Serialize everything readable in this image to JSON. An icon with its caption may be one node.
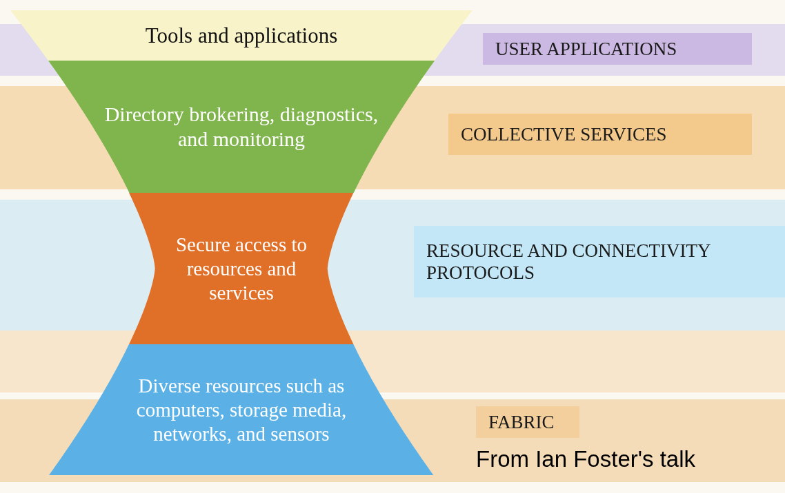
{
  "diagram": {
    "nodes": [
      {
        "text": [
          "Tools and applications"
        ]
      },
      {
        "text": [
          "Directory brokering, diagnostics, and monitoring"
        ]
      },
      {
        "text": [
          "Secure access to resources and services"
        ]
      },
      {
        "text": [
          "Diverse resources such as computers, storage media, networks, and sensors"
        ]
      },
      {
        "text": [
          "USER APPLICATIONS"
        ]
      },
      {
        "text": [
          "COLLECTIVE SERVICES"
        ]
      },
      {
        "text": [
          "RESOURCE AND CONNECTIVITY PROTOCOLS"
        ]
      },
      {
        "text": [
          "FABRIC"
        ]
      }
    ],
    "labels": [
      "From Ian Foster's talk"
    ]
  }
}
